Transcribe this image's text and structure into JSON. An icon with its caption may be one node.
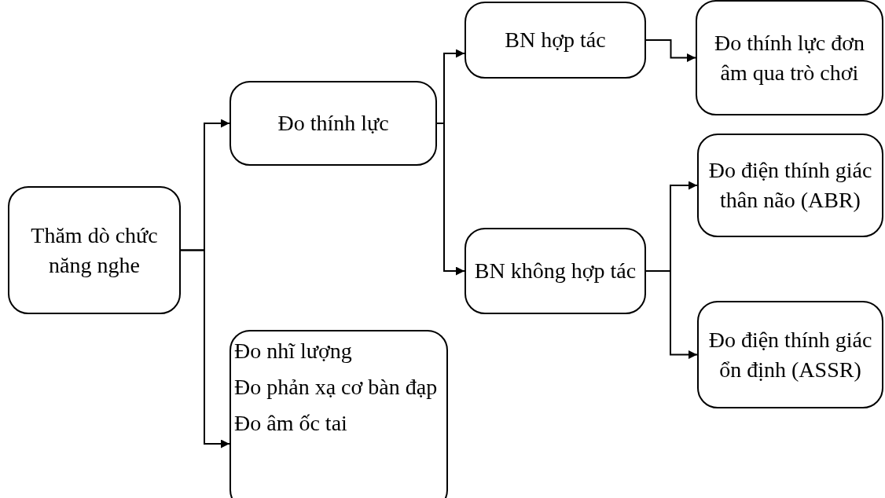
{
  "diagram": {
    "nodes": [
      {
        "text": [
          "Thăm dò chức năng nghe"
        ]
      },
      {
        "text": [
          "Đo thính lực"
        ]
      },
      {
        "text": [
          "Đo nhĩ lượng",
          "Đo phản xạ cơ bàn đạp",
          "Đo âm ốc tai"
        ]
      },
      {
        "text": [
          "BN hợp tác"
        ]
      },
      {
        "text": [
          "Đo thính lực đơn âm qua trò chơi"
        ]
      },
      {
        "text": [
          "BN không hợp tác"
        ]
      },
      {
        "text": [
          "Đo điện thính giác thân não (ABR)"
        ]
      },
      {
        "text": [
          "Đo điện thính giác ổn định (ASSR)"
        ]
      }
    ],
    "edges": [
      {
        "from": 0,
        "to": 1,
        "arrow": "to"
      },
      {
        "from": 0,
        "to": 2,
        "arrow": "to"
      },
      {
        "from": 1,
        "to": 3,
        "arrow": "to"
      },
      {
        "from": 1,
        "to": 5,
        "arrow": "to"
      },
      {
        "from": 3,
        "to": 4,
        "arrow": "to"
      },
      {
        "from": 5,
        "to": 6,
        "arrow": "to"
      },
      {
        "from": 5,
        "to": 7,
        "arrow": "to"
      }
    ]
  }
}
